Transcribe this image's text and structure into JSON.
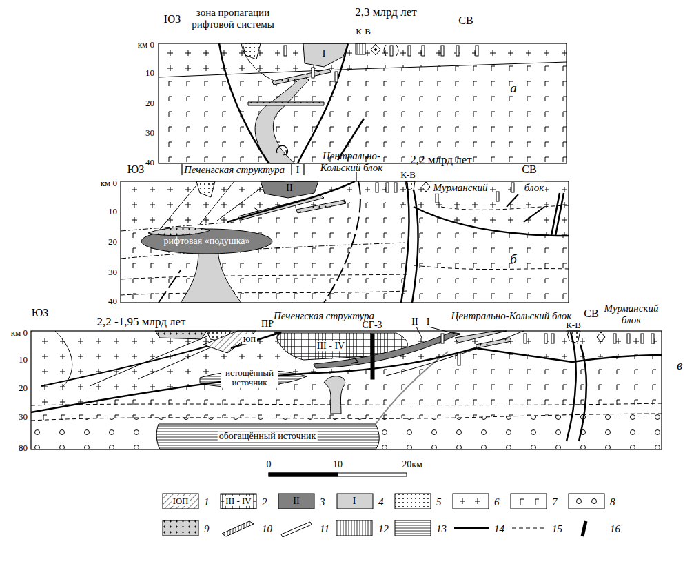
{
  "diagram": {
    "labels": [
      "ЮЗ",
      "зона пропагации рифтовой системы",
      "2,3 млрд лет",
      "СВ",
      "К-В",
      "I",
      "км 0",
      "10",
      "20",
      "30",
      "40",
      "а",
      "ЮЗ",
      "Печенгская структура",
      "I",
      "Центрально-Кольский блок",
      "2,2 млрд лет",
      "СВ",
      "К-В",
      "Мурманский",
      "блок",
      "II",
      "рифтовая «подушка»",
      "км 0",
      "10",
      "20",
      "30",
      "40",
      "б",
      "ЮЗ",
      "2,2 -1,95 млрд лет",
      "Печенгская структура",
      "ПР",
      "юп",
      "III - IV",
      "СГ-3",
      "II",
      "I",
      "Центрально-Кольский блок",
      "Мурманский блок",
      "СВ",
      "К-В",
      "истощённый источник",
      "обогащённый источник",
      "км 0",
      "10",
      "20",
      "30",
      "80",
      "в",
      "0",
      "10",
      "20км",
      "ЮП",
      "III - IV",
      "II",
      "I"
    ],
    "legend": [
      {
        "text": "1"
      },
      {
        "text": "2"
      },
      {
        "text": "3",
        "color": "#808080"
      },
      {
        "text": "4",
        "color": "#d3d3d3"
      },
      {
        "text": "5"
      },
      {
        "text": "6"
      },
      {
        "text": "7"
      },
      {
        "text": "8"
      },
      {
        "text": "9"
      },
      {
        "text": "10"
      },
      {
        "text": "11"
      },
      {
        "text": "12"
      },
      {
        "text": "13"
      },
      {
        "text": "14"
      },
      {
        "text": "15"
      },
      {
        "text": "16"
      }
    ]
  }
}
